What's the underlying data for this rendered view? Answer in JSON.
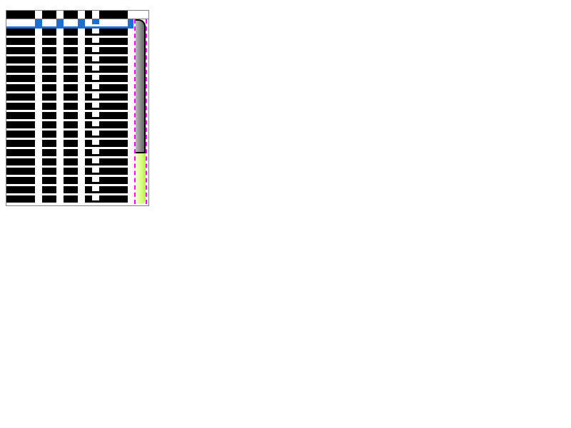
{
  "table": {
    "row_count": 19,
    "selected_row": 0,
    "colors": {
      "cell": "#000000",
      "selection": "#1f6fd0",
      "border": "#808080",
      "scroll_outline": "#ff00ff",
      "thumb_green": "#d8ff80"
    }
  },
  "scrollbar": {
    "position_fraction": 0.28
  }
}
